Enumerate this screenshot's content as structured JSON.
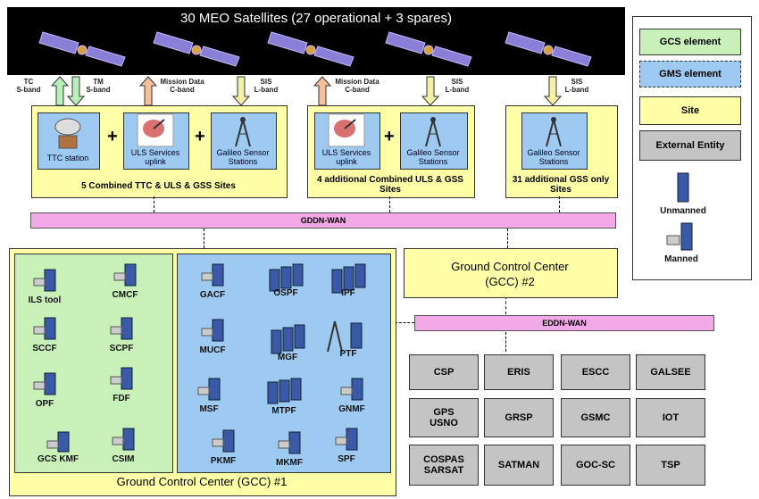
{
  "header": {
    "title": "30 MEO Satellites (27 operational + 3 spares)"
  },
  "uplinks": [
    {
      "line1": "TC",
      "line2": "S-band"
    },
    {
      "line1": "TM",
      "line2": "S-band"
    },
    {
      "line1": "Mission Data",
      "line2": "C-band"
    },
    {
      "line1": "SIS",
      "line2": "L-band"
    },
    {
      "line1": "Mission Data",
      "line2": "C-band"
    },
    {
      "line1": "SIS",
      "line2": "L-band"
    },
    {
      "line1": "SIS",
      "line2": "L-band"
    }
  ],
  "sites": [
    {
      "label": "5 Combined TTC & ULS & GSS Sites",
      "elements": [
        "TTC station",
        "ULS Services uplink",
        "Galileo Sensor Stations"
      ]
    },
    {
      "label": "4 additional Combined ULS & GSS Sites",
      "elements": [
        "ULS Services uplink",
        "Galileo Sensor Stations"
      ]
    },
    {
      "label": "31 additional GSS only Sites",
      "elements": [
        "Galileo Sensor Stations"
      ]
    }
  ],
  "networks": {
    "gddn": "GDDN-WAN",
    "eddn": "EDDN-WAN"
  },
  "gcc2": {
    "line1": "Ground Control Center",
    "line2": "(GCC) #2"
  },
  "gcc1": {
    "title": "Ground Control Center (GCC) #1",
    "gcs_nodes": [
      "ILS tool",
      "CMCF",
      "SCCF",
      "SCPF",
      "OPF",
      "FDF",
      "GCS KMF",
      "CSIM"
    ],
    "gms_nodes": [
      "GACF",
      "OSPF",
      "IPF",
      "MUCF",
      "MGF",
      "PTF",
      "MSF",
      "MTPF",
      "GNMF",
      "PKMF",
      "MKMF",
      "SPF"
    ]
  },
  "external_entities": [
    "CSP",
    "ERIS",
    "ESCC",
    "GALSEE",
    "GPS USNO",
    "GRSP",
    "GSMC",
    "IOT",
    "COSPAS SARSAT",
    "SATMAN",
    "GOC-SC",
    "TSP"
  ],
  "legend": {
    "items": [
      "GCS element",
      "GMS element",
      "Site",
      "External Entity"
    ],
    "unmanned": "Unmanned",
    "manned": "Manned"
  },
  "colors": {
    "site": "#ffffa8",
    "gms": "#9ec9f0",
    "gcs": "#c8f0b8",
    "external": "#c4c4c4",
    "wan": "#f3a8e8"
  }
}
